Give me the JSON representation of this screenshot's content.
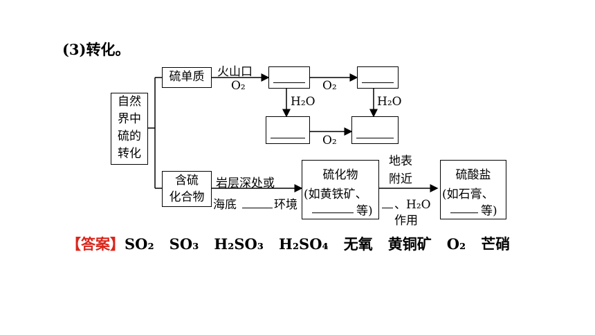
{
  "heading": "(3)转化。",
  "root_box": [
    "自然",
    "界中",
    "硫的",
    "转化"
  ],
  "elemental_sulfur": "硫单质",
  "sulfur_compounds": "含硫\n化合物",
  "labels": {
    "volcano": "火山口",
    "o2_a": "O₂",
    "o2_b": "O₂",
    "o2_c": "O₂",
    "h2o_a": "H₂O",
    "h2o_b": "H₂O",
    "deep_rock": "岩层深处或",
    "seabed": "海底",
    "environment": "环境",
    "near_surface_1": "地表",
    "near_surface_2": "附近",
    "comma_h2o": "、H₂O",
    "action": "作用"
  },
  "sulfide_box": {
    "line1": "硫化物",
    "line2": "(如黄铁矿、",
    "line3": "等)"
  },
  "sulfate_box": {
    "line1": "硫酸盐",
    "line2": "(如石膏、",
    "line3": "等)"
  },
  "answer": {
    "tag": "【答案】",
    "items": [
      "SO₂",
      "SO₃",
      "H₂SO₃",
      "H₂SO₄",
      "无氧",
      "黄铜矿",
      "O₂",
      "芒硝"
    ]
  }
}
